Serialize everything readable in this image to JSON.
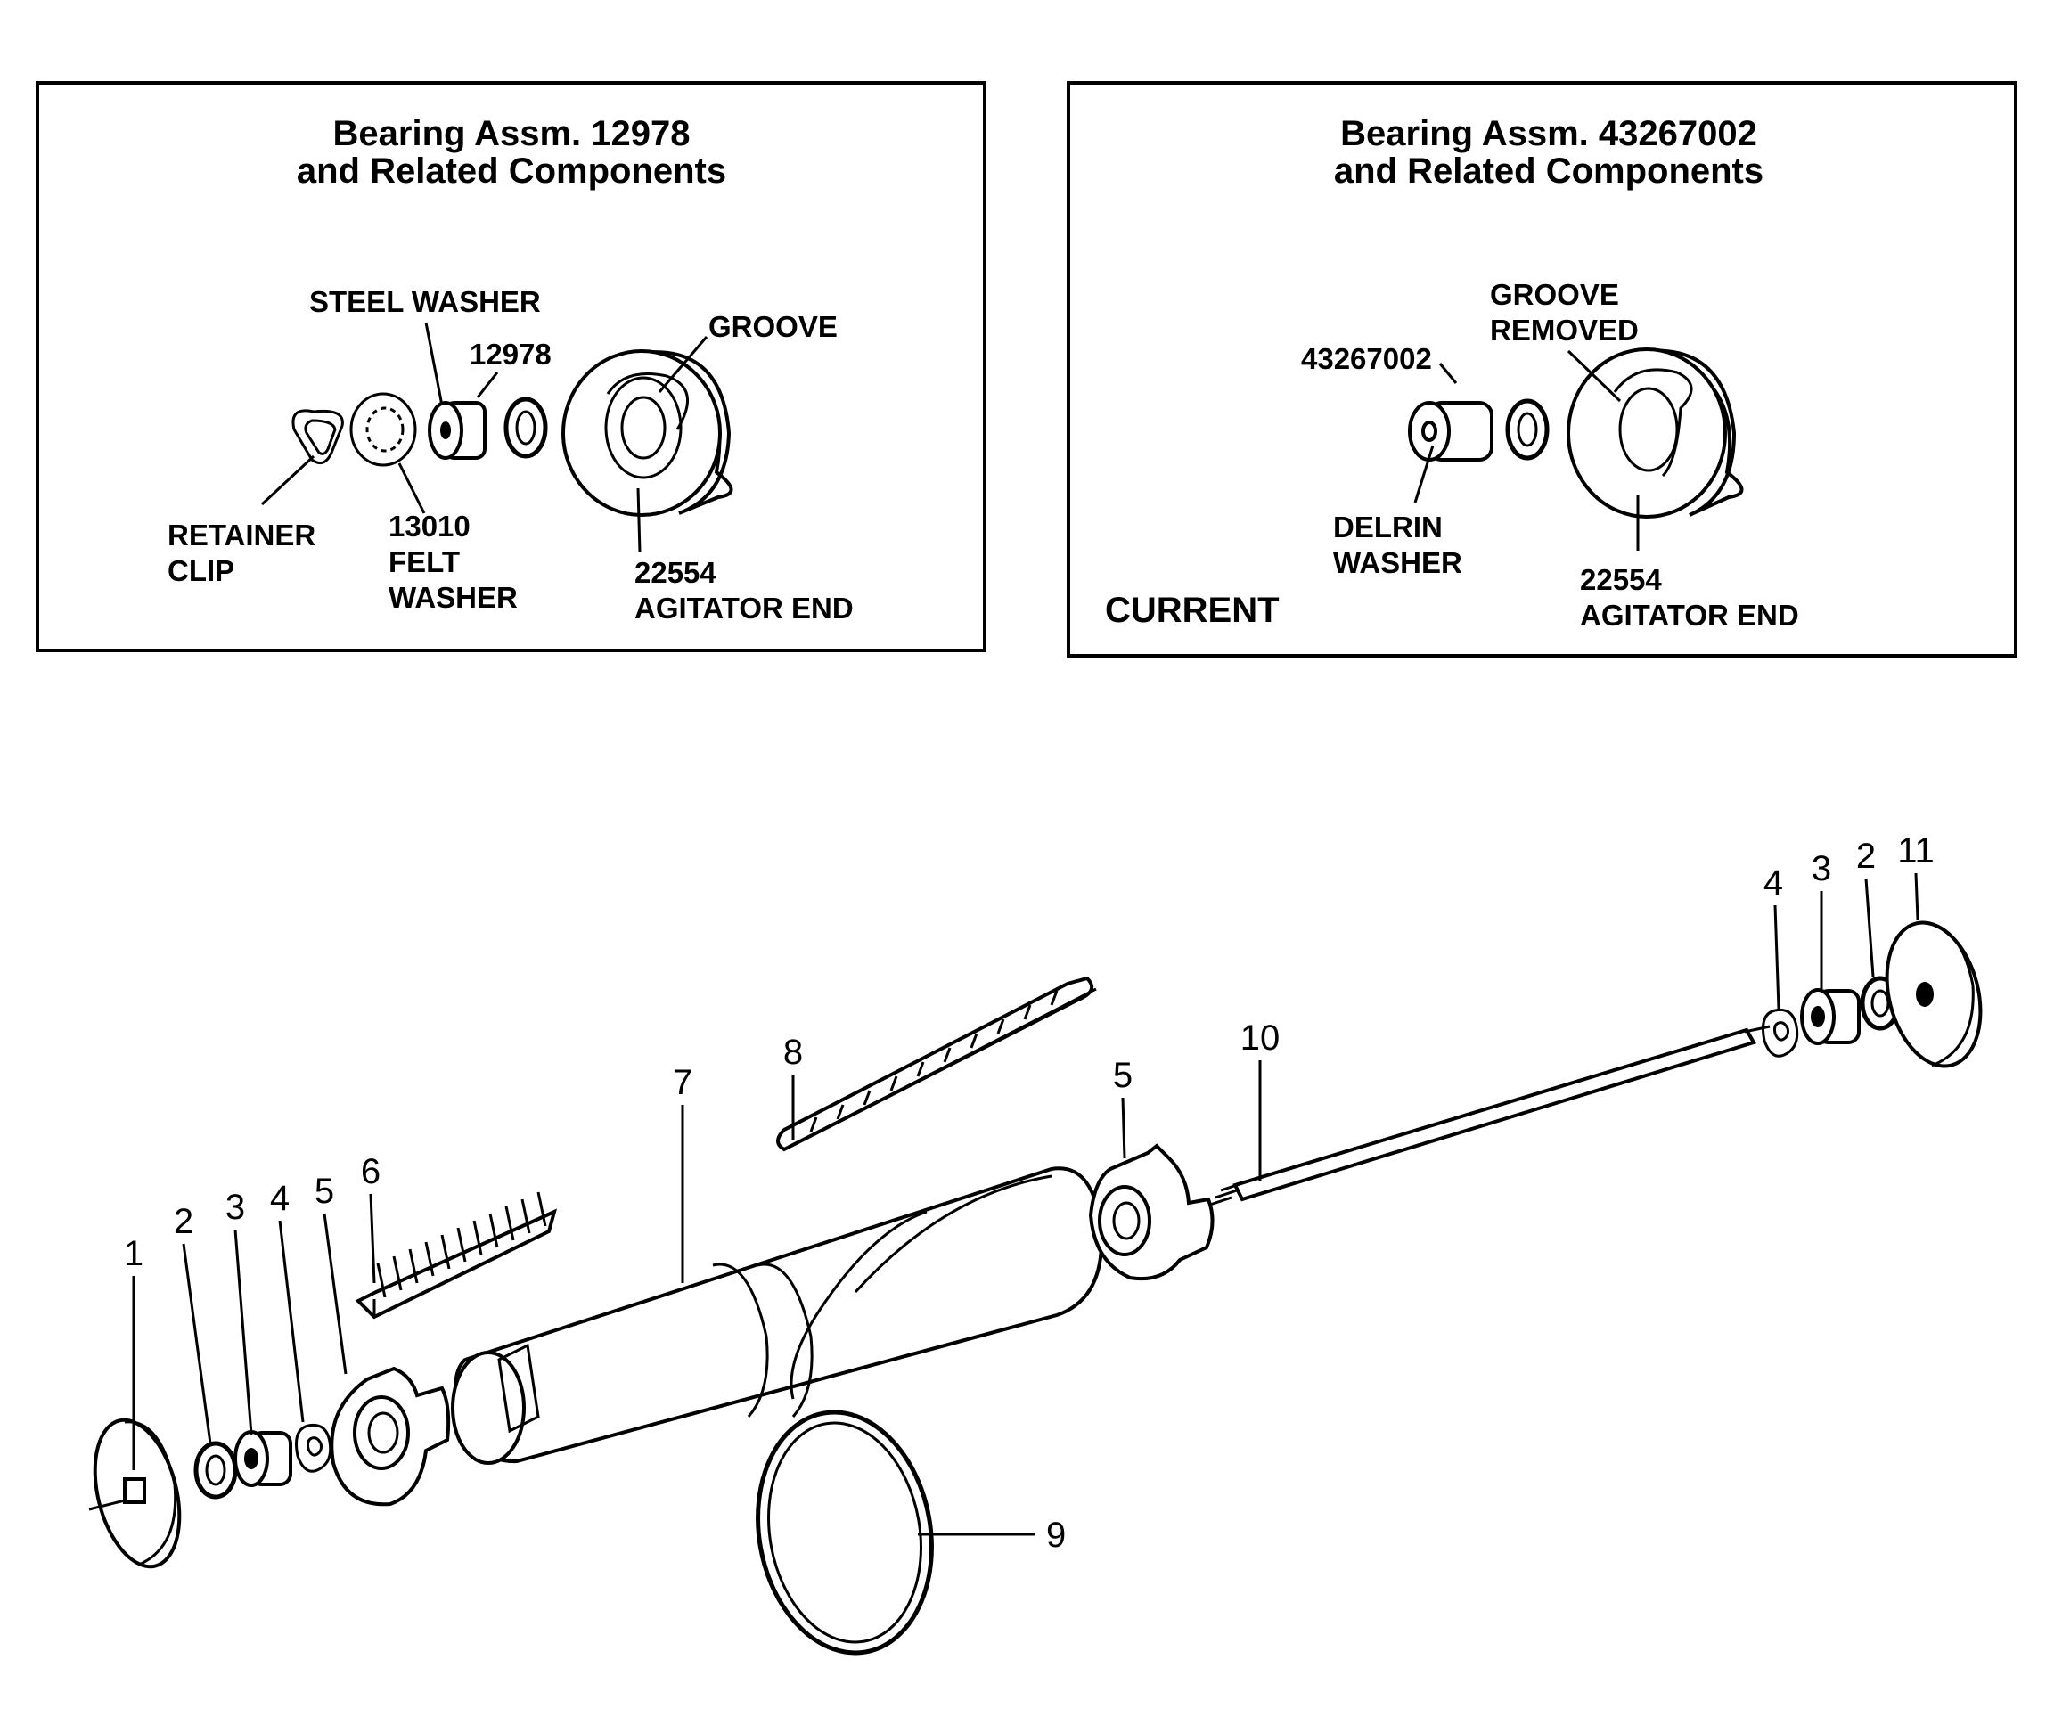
{
  "panels": {
    "left": {
      "title_line1": "Bearing Assm. 12978",
      "title_line2": "and Related Components",
      "labels": {
        "steel_washer": "STEEL WASHER",
        "bearing_number": "12978",
        "groove": "GROOVE",
        "retainer_line1": "RETAINER",
        "retainer_line2": "CLIP",
        "felt_number": "13010",
        "felt_line1": "FELT",
        "felt_line2": "WASHER",
        "agitator_number": "22554",
        "agitator_name": "AGITATOR END"
      }
    },
    "right": {
      "title_line1": "Bearing Assm. 43267002",
      "title_line2": "and Related Components",
      "labels": {
        "groove_line1": "GROOVE",
        "groove_line2": "REMOVED",
        "bearing_number": "43267002",
        "delrin_line1": "DELRIN",
        "delrin_line2": "WASHER",
        "current": "CURRENT",
        "agitator_number": "22554",
        "agitator_name": "AGITATOR END"
      }
    }
  },
  "callouts": {
    "left_1": "1",
    "left_2": "2",
    "left_3": "3",
    "left_4": "4",
    "left_5": "5",
    "c6": "6",
    "c7": "7",
    "c8": "8",
    "c9": "9",
    "c10": "10",
    "right_5": "5",
    "right_4": "4",
    "right_3": "3",
    "right_2": "2",
    "c11": "11"
  },
  "icons": [
    "agitator-end-icon",
    "bearing-icon",
    "washer-icon",
    "retainer-clip-icon",
    "belt-icon",
    "brush-icon",
    "shaft-icon",
    "end-cap-icon",
    "agitator-body-icon"
  ]
}
